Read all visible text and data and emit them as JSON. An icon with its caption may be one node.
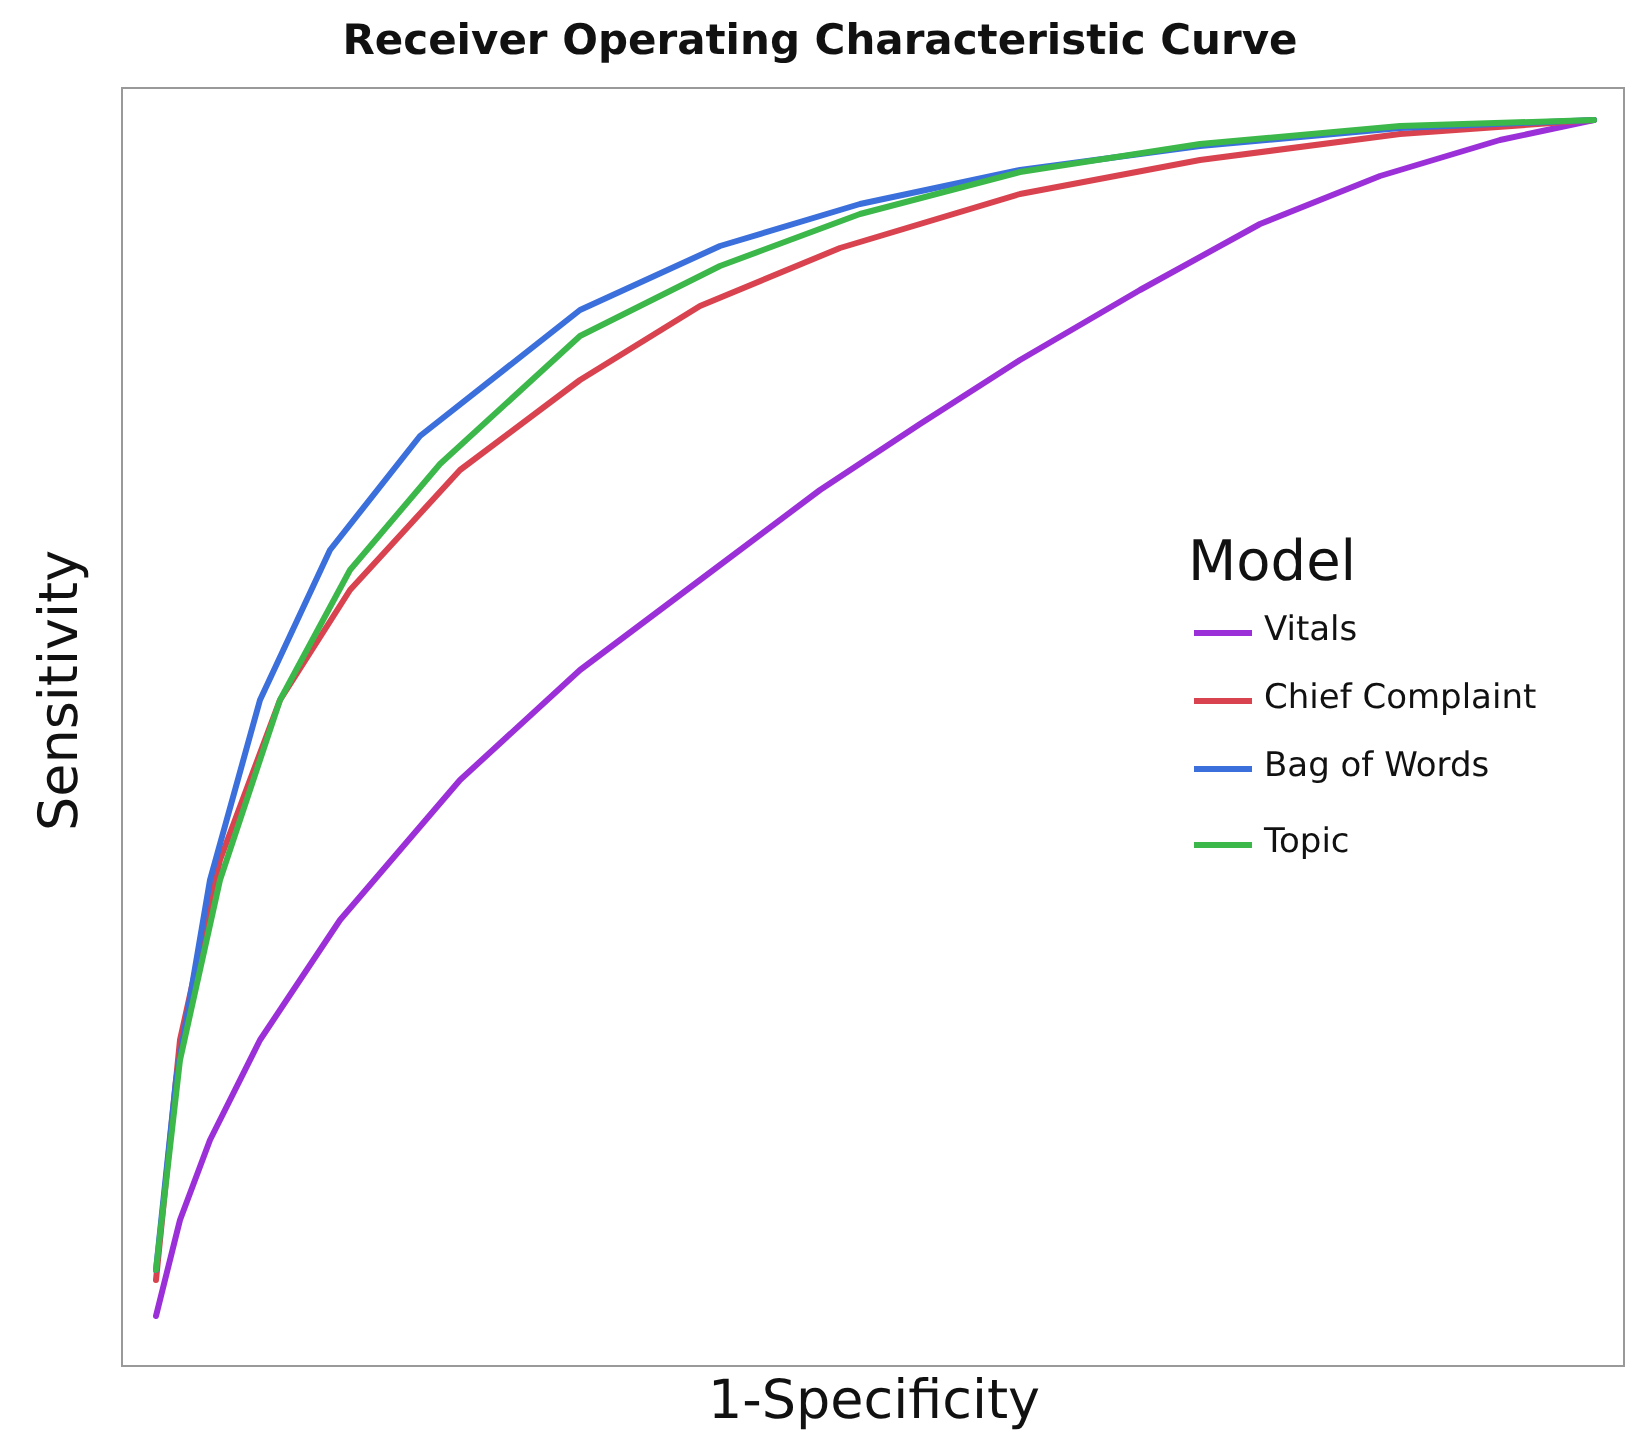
{
  "diagram": {
    "title": "Receiver Operating Characteristic Curve",
    "labels": [
      "Model",
      "Sensitivity",
      "1-Specificity"
    ],
    "legend": [
      {
        "text": "Vitals",
        "color": "#9b30d9"
      },
      {
        "text": "Chief Complaint",
        "color": "#d9434f"
      },
      {
        "text": "Bag of Words",
        "color": "#3b6fdc"
      },
      {
        "text": "Topic",
        "color": "#3cb84a"
      }
    ]
  }
}
